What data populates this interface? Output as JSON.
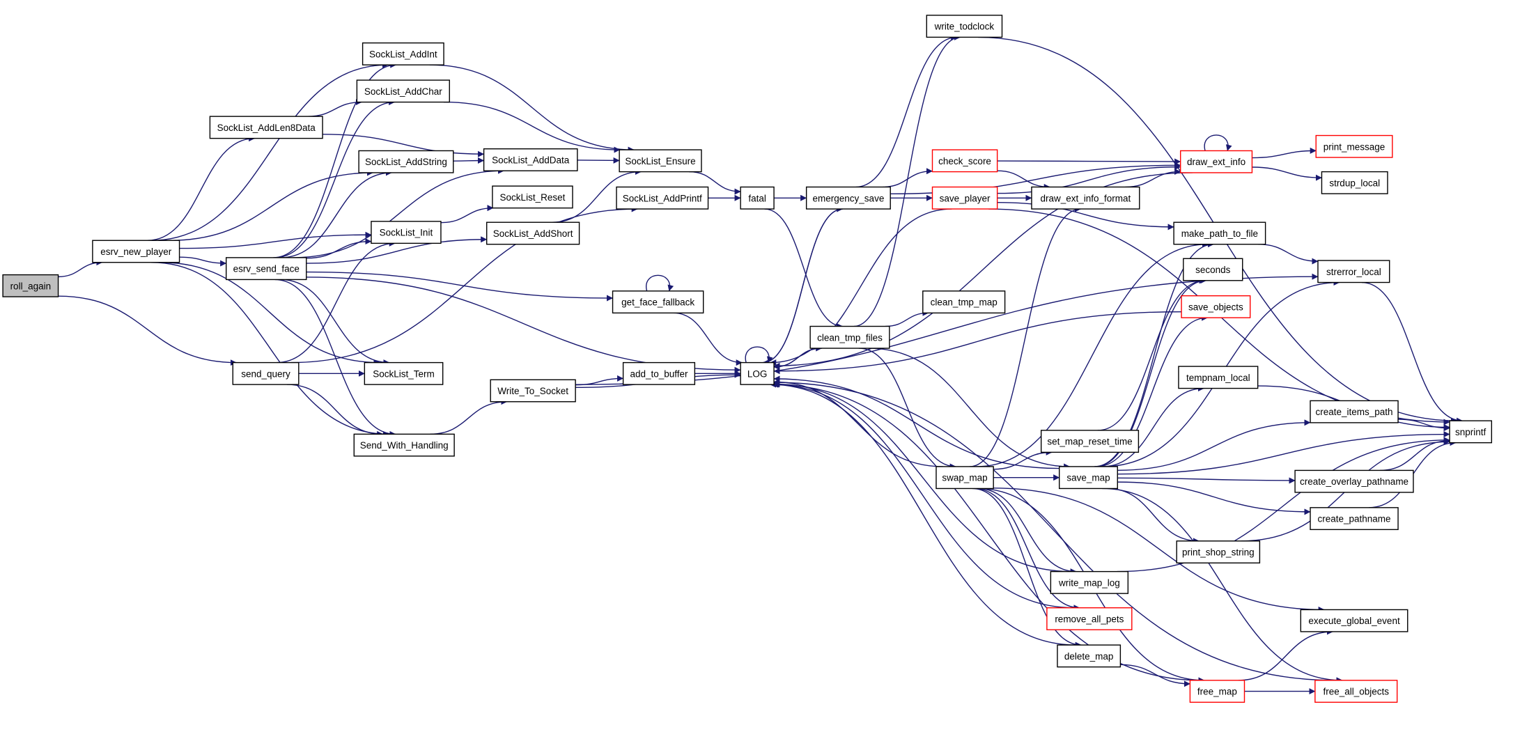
{
  "colors": {
    "edge": "#191970",
    "border_normal": "#000000",
    "border_truncated": "#ff0000",
    "root_fill": "#bfbfbf",
    "node_fill": "#ffffff"
  },
  "graph": {
    "root": "roll_again",
    "nodes": [
      {
        "id": "roll_again",
        "label": "roll_again",
        "style": "root"
      },
      {
        "id": "esrv_new_player",
        "label": "esrv_new_player",
        "style": "normal"
      },
      {
        "id": "send_query",
        "label": "send_query",
        "style": "normal"
      },
      {
        "id": "SockList_AddInt",
        "label": "SockList_AddInt",
        "style": "normal"
      },
      {
        "id": "SockList_AddChar",
        "label": "SockList_AddChar",
        "style": "normal"
      },
      {
        "id": "SockList_AddLen8Data",
        "label": "SockList_AddLen8Data",
        "style": "normal"
      },
      {
        "id": "SockList_AddString",
        "label": "SockList_AddString",
        "style": "normal"
      },
      {
        "id": "SockList_Init",
        "label": "SockList_Init",
        "style": "normal"
      },
      {
        "id": "esrv_send_face",
        "label": "esrv_send_face",
        "style": "normal"
      },
      {
        "id": "SockList_Term",
        "label": "SockList_Term",
        "style": "normal"
      },
      {
        "id": "Send_With_Handling",
        "label": "Send_With_Handling",
        "style": "normal"
      },
      {
        "id": "SockList_AddData",
        "label": "SockList_AddData",
        "style": "normal"
      },
      {
        "id": "SockList_Reset",
        "label": "SockList_Reset",
        "style": "normal"
      },
      {
        "id": "SockList_AddShort",
        "label": "SockList_AddShort",
        "style": "normal"
      },
      {
        "id": "Write_To_Socket",
        "label": "Write_To_Socket",
        "style": "normal"
      },
      {
        "id": "SockList_Ensure",
        "label": "SockList_Ensure",
        "style": "normal"
      },
      {
        "id": "SockList_AddPrintf",
        "label": "SockList_AddPrintf",
        "style": "normal"
      },
      {
        "id": "get_face_fallback",
        "label": "get_face_fallback",
        "style": "normal"
      },
      {
        "id": "add_to_buffer",
        "label": "add_to_buffer",
        "style": "normal"
      },
      {
        "id": "fatal",
        "label": "fatal",
        "style": "normal"
      },
      {
        "id": "LOG",
        "label": "LOG",
        "style": "normal"
      },
      {
        "id": "emergency_save",
        "label": "emergency_save",
        "style": "normal"
      },
      {
        "id": "clean_tmp_files",
        "label": "clean_tmp_files",
        "style": "normal"
      },
      {
        "id": "write_todclock",
        "label": "write_todclock",
        "style": "normal"
      },
      {
        "id": "check_score",
        "label": "check_score",
        "style": "truncated"
      },
      {
        "id": "save_player",
        "label": "save_player",
        "style": "truncated"
      },
      {
        "id": "clean_tmp_map",
        "label": "clean_tmp_map",
        "style": "normal"
      },
      {
        "id": "swap_map",
        "label": "swap_map",
        "style": "normal"
      },
      {
        "id": "draw_ext_info_format",
        "label": "draw_ext_info_format",
        "style": "normal"
      },
      {
        "id": "draw_ext_info",
        "label": "draw_ext_info",
        "style": "truncated"
      },
      {
        "id": "set_map_reset_time",
        "label": "set_map_reset_time",
        "style": "normal"
      },
      {
        "id": "save_map",
        "label": "save_map",
        "style": "normal"
      },
      {
        "id": "write_map_log",
        "label": "write_map_log",
        "style": "normal"
      },
      {
        "id": "remove_all_pets",
        "label": "remove_all_pets",
        "style": "truncated"
      },
      {
        "id": "delete_map",
        "label": "delete_map",
        "style": "normal"
      },
      {
        "id": "make_path_to_file",
        "label": "make_path_to_file",
        "style": "normal"
      },
      {
        "id": "seconds",
        "label": "seconds",
        "style": "normal"
      },
      {
        "id": "save_objects",
        "label": "save_objects",
        "style": "truncated"
      },
      {
        "id": "tempnam_local",
        "label": "tempnam_local",
        "style": "normal"
      },
      {
        "id": "print_shop_string",
        "label": "print_shop_string",
        "style": "normal"
      },
      {
        "id": "free_map",
        "label": "free_map",
        "style": "truncated"
      },
      {
        "id": "print_message",
        "label": "print_message",
        "style": "truncated"
      },
      {
        "id": "strdup_local",
        "label": "strdup_local",
        "style": "normal"
      },
      {
        "id": "strerror_local",
        "label": "strerror_local",
        "style": "normal"
      },
      {
        "id": "create_items_path",
        "label": "create_items_path",
        "style": "normal"
      },
      {
        "id": "create_overlay_pathname",
        "label": "create_overlay_pathname",
        "style": "normal"
      },
      {
        "id": "create_pathname",
        "label": "create_pathname",
        "style": "normal"
      },
      {
        "id": "execute_global_event",
        "label": "execute_global_event",
        "style": "normal"
      },
      {
        "id": "free_all_objects",
        "label": "free_all_objects",
        "style": "truncated"
      },
      {
        "id": "snprintf",
        "label": "snprintf",
        "style": "normal"
      }
    ],
    "edges": [
      [
        "roll_again",
        "esrv_new_player"
      ],
      [
        "roll_again",
        "send_query"
      ],
      [
        "esrv_new_player",
        "SockList_AddInt"
      ],
      [
        "esrv_new_player",
        "SockList_AddLen8Data"
      ],
      [
        "esrv_new_player",
        "SockList_AddString"
      ],
      [
        "esrv_new_player",
        "SockList_Init"
      ],
      [
        "esrv_new_player",
        "esrv_send_face"
      ],
      [
        "esrv_new_player",
        "SockList_Term"
      ],
      [
        "esrv_new_player",
        "Send_With_Handling"
      ],
      [
        "SockList_AddLen8Data",
        "SockList_AddChar"
      ],
      [
        "SockList_AddLen8Data",
        "SockList_AddData"
      ],
      [
        "SockList_AddInt",
        "SockList_Ensure"
      ],
      [
        "SockList_AddChar",
        "SockList_Ensure"
      ],
      [
        "SockList_AddString",
        "SockList_AddData"
      ],
      [
        "SockList_AddData",
        "SockList_Ensure"
      ],
      [
        "SockList_Init",
        "SockList_Reset"
      ],
      [
        "esrv_send_face",
        "SockList_AddInt"
      ],
      [
        "esrv_send_face",
        "SockList_AddChar"
      ],
      [
        "esrv_send_face",
        "SockList_AddString"
      ],
      [
        "esrv_send_face",
        "SockList_AddData"
      ],
      [
        "esrv_send_face",
        "SockList_Init"
      ],
      [
        "esrv_send_face",
        "SockList_AddShort"
      ],
      [
        "esrv_send_face",
        "get_face_fallback"
      ],
      [
        "esrv_send_face",
        "LOG"
      ],
      [
        "esrv_send_face",
        "SockList_Term"
      ],
      [
        "esrv_send_face",
        "Send_With_Handling"
      ],
      [
        "SockList_AddShort",
        "SockList_Ensure"
      ],
      [
        "send_query",
        "SockList_Init"
      ],
      [
        "send_query",
        "SockList_Term"
      ],
      [
        "send_query",
        "Send_With_Handling"
      ],
      [
        "send_query",
        "SockList_AddPrintf"
      ],
      [
        "Send_With_Handling",
        "Write_To_Socket"
      ],
      [
        "Write_To_Socket",
        "add_to_buffer"
      ],
      [
        "Write_To_Socket",
        "LOG"
      ],
      [
        "Write_To_Socket",
        "strerror_local"
      ],
      [
        "SockList_Ensure",
        "fatal"
      ],
      [
        "SockList_AddPrintf",
        "fatal"
      ],
      [
        "get_face_fallback",
        "get_face_fallback"
      ],
      [
        "get_face_fallback",
        "LOG"
      ],
      [
        "add_to_buffer",
        "LOG"
      ],
      [
        "fatal",
        "emergency_save"
      ],
      [
        "fatal",
        "clean_tmp_files"
      ],
      [
        "LOG",
        "LOG"
      ],
      [
        "LOG",
        "emergency_save"
      ],
      [
        "LOG",
        "clean_tmp_files"
      ],
      [
        "emergency_save",
        "write_todclock"
      ],
      [
        "emergency_save",
        "LOG"
      ],
      [
        "emergency_save",
        "check_score"
      ],
      [
        "emergency_save",
        "save_player"
      ],
      [
        "emergency_save",
        "draw_ext_info"
      ],
      [
        "write_todclock",
        "snprintf"
      ],
      [
        "clean_tmp_files",
        "write_todclock"
      ],
      [
        "clean_tmp_files",
        "clean_tmp_map"
      ],
      [
        "clean_tmp_files",
        "swap_map"
      ],
      [
        "clean_tmp_files",
        "save_map"
      ],
      [
        "clean_tmp_files",
        "LOG"
      ],
      [
        "check_score",
        "draw_ext_info"
      ],
      [
        "check_score",
        "draw_ext_info_format"
      ],
      [
        "save_player",
        "draw_ext_info"
      ],
      [
        "save_player",
        "draw_ext_info_format"
      ],
      [
        "save_player",
        "make_path_to_file"
      ],
      [
        "save_player",
        "LOG"
      ],
      [
        "save_player",
        "snprintf"
      ],
      [
        "draw_ext_info_format",
        "draw_ext_info"
      ],
      [
        "draw_ext_info",
        "draw_ext_info"
      ],
      [
        "draw_ext_info",
        "print_message"
      ],
      [
        "draw_ext_info",
        "strdup_local"
      ],
      [
        "draw_ext_info",
        "LOG"
      ],
      [
        "swap_map",
        "set_map_reset_time"
      ],
      [
        "swap_map",
        "save_map"
      ],
      [
        "swap_map",
        "write_map_log"
      ],
      [
        "swap_map",
        "remove_all_pets"
      ],
      [
        "swap_map",
        "delete_map"
      ],
      [
        "swap_map",
        "free_map"
      ],
      [
        "swap_map",
        "draw_ext_info_format"
      ],
      [
        "swap_map",
        "execute_global_event"
      ],
      [
        "swap_map",
        "LOG"
      ],
      [
        "swap_map",
        "make_path_to_file"
      ],
      [
        "set_map_reset_time",
        "seconds"
      ],
      [
        "save_map",
        "make_path_to_file"
      ],
      [
        "save_map",
        "seconds"
      ],
      [
        "save_map",
        "save_objects"
      ],
      [
        "save_map",
        "tempnam_local"
      ],
      [
        "save_map",
        "strerror_local"
      ],
      [
        "save_map",
        "create_items_path"
      ],
      [
        "save_map",
        "snprintf"
      ],
      [
        "save_map",
        "create_overlay_pathname"
      ],
      [
        "save_map",
        "create_pathname"
      ],
      [
        "save_map",
        "print_shop_string"
      ],
      [
        "save_map",
        "free_all_objects"
      ],
      [
        "save_map",
        "LOG"
      ],
      [
        "save_objects",
        "LOG"
      ],
      [
        "write_map_log",
        "LOG"
      ],
      [
        "write_map_log",
        "snprintf"
      ],
      [
        "remove_all_pets",
        "LOG"
      ],
      [
        "delete_map",
        "free_map"
      ],
      [
        "delete_map",
        "LOG"
      ],
      [
        "free_map",
        "free_all_objects"
      ],
      [
        "free_map",
        "execute_global_event"
      ],
      [
        "free_map",
        "LOG"
      ],
      [
        "free_all_objects",
        "LOG"
      ],
      [
        "make_path_to_file",
        "strerror_local"
      ],
      [
        "strerror_local",
        "snprintf"
      ],
      [
        "tempnam_local",
        "snprintf"
      ],
      [
        "create_items_path",
        "snprintf"
      ],
      [
        "create_overlay_pathname",
        "snprintf"
      ],
      [
        "create_pathname",
        "snprintf"
      ],
      [
        "print_shop_string",
        "snprintf"
      ]
    ]
  }
}
